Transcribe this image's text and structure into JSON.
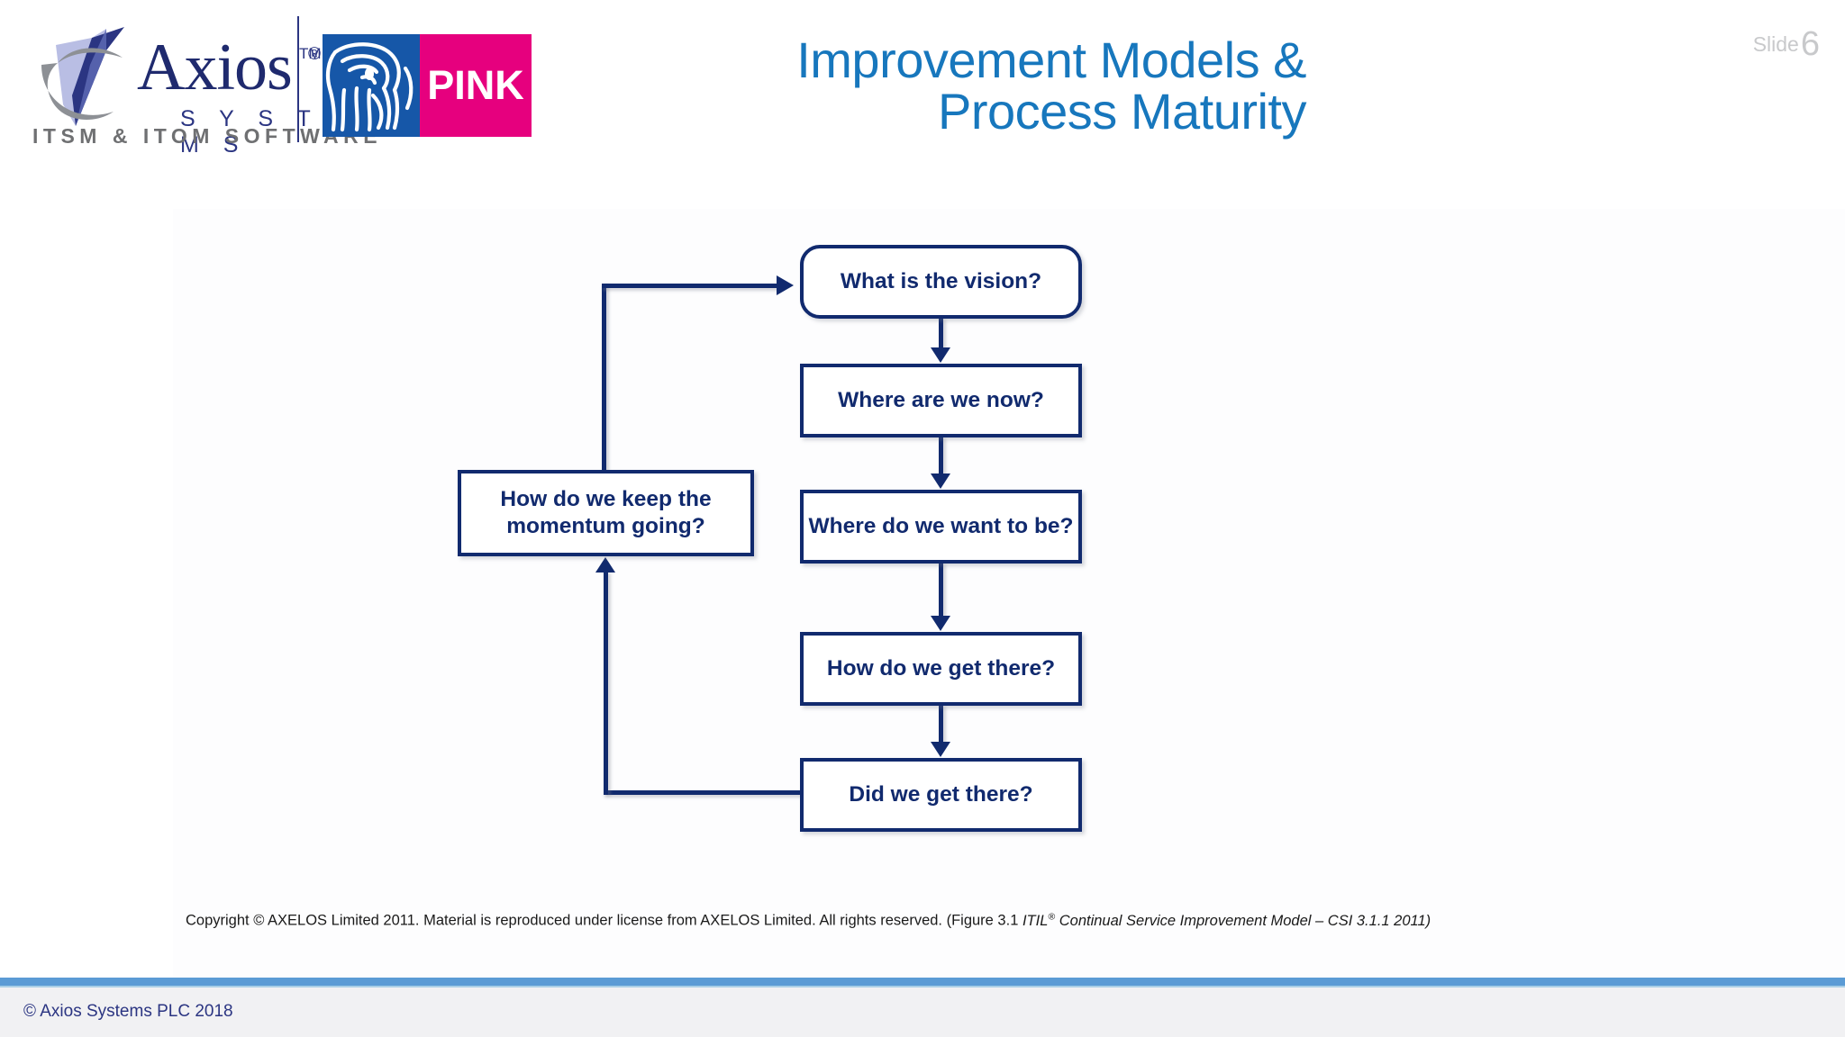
{
  "header": {
    "title_line1": "Improvement Models &",
    "title_line2": "Process Maturity",
    "title_color": "#1777bd",
    "slide_label": "Slide",
    "slide_number": "6",
    "logo_axios": {
      "wordmark": "Axios",
      "trademark": "TM",
      "systems": "S Y S T E M S",
      "tagline": "ITSM & ITOM SOFTWARE",
      "registered": "®",
      "brand_navy": "#1f2a6e",
      "tagline_gray": "#6f7072"
    },
    "logo_pink": {
      "text": "PINK",
      "icon": "elephant-icon",
      "blue": "#1657a8",
      "pink": "#e6007e"
    }
  },
  "diagram": {
    "type": "flowchart",
    "accent": "#112a6e",
    "boxes": [
      {
        "id": "vision",
        "label": "What is the vision?"
      },
      {
        "id": "now",
        "label": "Where are we now?"
      },
      {
        "id": "want",
        "label": "Where do we want to be?"
      },
      {
        "id": "howget",
        "label": "How do we get there?"
      },
      {
        "id": "didwe",
        "label": "Did we get there?"
      },
      {
        "id": "momentum",
        "label": "How do we keep the momentum going?"
      }
    ]
  },
  "footnote": {
    "plain_before": "Copyright © AXELOS Limited 2011. Material is reproduced under license from AXELOS Limited. All rights reserved. (Figure 3.1 ",
    "italic_part_a": "ITIL",
    "italic_sup": "®",
    "italic_part_b": " Continual Service Improvement Model – CSI 3.1.1 2011)"
  },
  "footer": {
    "copyright": "© Axios Systems PLC 2018",
    "bar_color": "#5b9bd5",
    "background": "#f1f1f3",
    "text_color": "#2b3582"
  }
}
